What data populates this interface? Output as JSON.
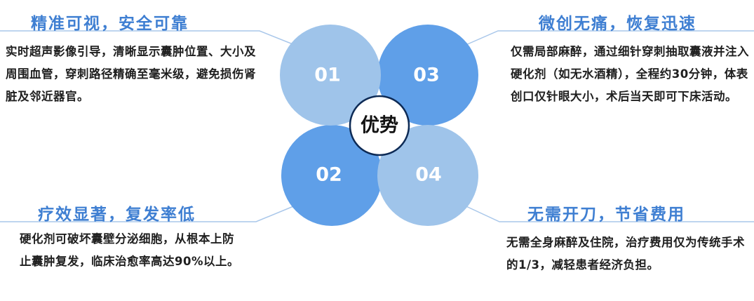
{
  "center": {
    "label": "优势"
  },
  "items": [
    {
      "number": "01",
      "title": "精准可视，安全可靠",
      "text": "实时超声影像引导，清晰显示囊肿位置、大小及周围血管，穿刺路径精确至毫米级，避免损伤肾脏及邻近器官。"
    },
    {
      "number": "03",
      "title": "微创无痛，恢复迅速",
      "text": "仅需局部麻醉，通过细针穿刺抽取囊液并注入硬化剂（如无水酒精），全程约30分钟，体表创口仅针眼大小，术后当天即可下床活动。"
    },
    {
      "number": "02",
      "title": "疗效显著，复发率低",
      "text": "硬化剂可破坏囊壁分泌细胞，从根本上防止囊肿复发，临床治愈率高达90%以上。"
    },
    {
      "number": "04",
      "title": "无需开刀，节省费用",
      "text": "无需全身麻醉及住院，治疗费用仅为传统手术的1/3，减轻患者经济负担。"
    }
  ],
  "colors": {
    "accent": "#3f7fd2",
    "light_blue": "#9fc4ea",
    "medium_blue": "#5f9fe8",
    "outline": "#0d2a55",
    "connector": "#a9c7ea"
  }
}
